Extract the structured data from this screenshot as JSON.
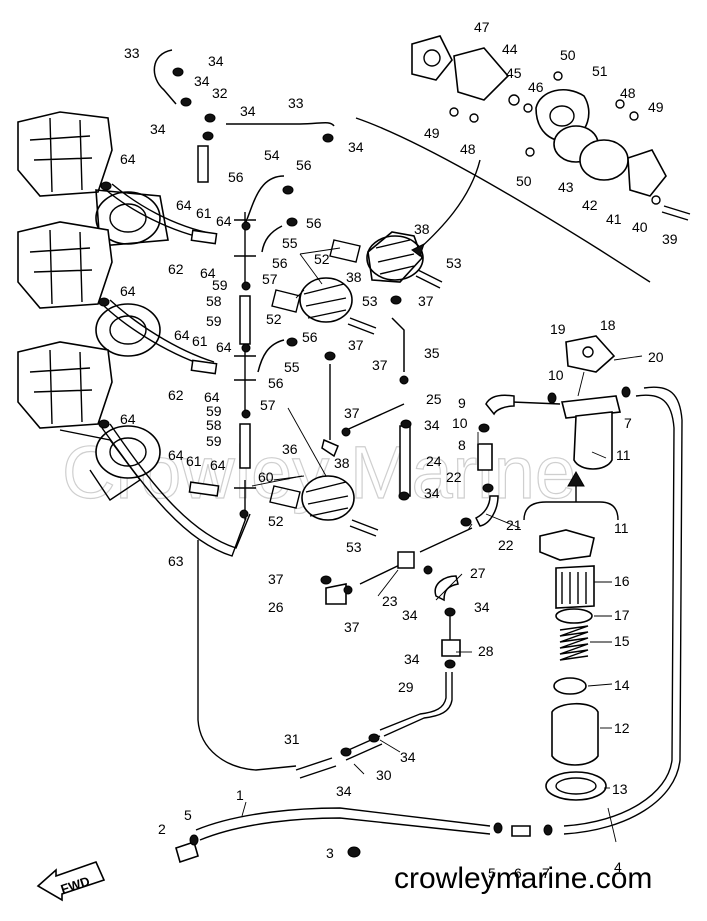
{
  "watermark": "Crowley Marine",
  "site": "crowleymarine.com",
  "fwd": "FWD",
  "callouts": {
    "c1": "1",
    "c2": "2",
    "c3": "3",
    "c4": "4",
    "c5a": "5",
    "c5b": "5",
    "c6": "6",
    "c7a": "7",
    "c7b": "7",
    "c8": "8",
    "c9": "9",
    "c10a": "10",
    "c10b": "10",
    "c11a": "11",
    "c11b": "11",
    "c12": "12",
    "c13": "13",
    "c14": "14",
    "c15": "15",
    "c16": "16",
    "c17": "17",
    "c18": "18",
    "c19": "19",
    "c20": "20",
    "c21": "21",
    "c22a": "22",
    "c22b": "22",
    "c23": "23",
    "c24": "24",
    "c25": "25",
    "c26": "26",
    "c27": "27",
    "c28": "28",
    "c29": "29",
    "c30": "30",
    "c31": "31",
    "c32": "32",
    "c33a": "33",
    "c33b": "33",
    "c34a": "34",
    "c34b": "34",
    "c34c": "34",
    "c34d": "34",
    "c34e": "34",
    "c34f": "34",
    "c34g": "34",
    "c34h": "34",
    "c34i": "34",
    "c34j": "34",
    "c34k": "34",
    "c34l": "34",
    "c35": "35",
    "c36": "36",
    "c37a": "37",
    "c37b": "37",
    "c37c": "37",
    "c37d": "37",
    "c37e": "37",
    "c37f": "37",
    "c38a": "38",
    "c38b": "38",
    "c38c": "38",
    "c39": "39",
    "c40": "40",
    "c41": "41",
    "c42": "42",
    "c43": "43",
    "c44": "44",
    "c45": "45",
    "c46": "46",
    "c47": "47",
    "c48a": "48",
    "c48b": "48",
    "c49a": "49",
    "c49b": "49",
    "c50a": "50",
    "c50b": "50",
    "c51": "51",
    "c52a": "52",
    "c52b": "52",
    "c52c": "52",
    "c53a": "53",
    "c53b": "53",
    "c53c": "53",
    "c54": "54",
    "c55a": "55",
    "c55b": "55",
    "c56a": "56",
    "c56b": "56",
    "c56c": "56",
    "c56d": "56",
    "c56e": "56",
    "c56f": "56",
    "c57a": "57",
    "c57b": "57",
    "c58a": "58",
    "c58b": "58",
    "c59a": "59",
    "c59b": "59",
    "c59c": "59",
    "c59d": "59",
    "c60": "60",
    "c61a": "61",
    "c61b": "61",
    "c61c": "61",
    "c62a": "62",
    "c62b": "62",
    "c63": "63",
    "c64a": "64",
    "c64b": "64",
    "c64c": "64",
    "c64d": "64",
    "c64e": "64",
    "c64f": "64",
    "c64g": "64",
    "c64h": "64",
    "c64i": "64",
    "c64j": "64",
    "c64k": "64"
  }
}
